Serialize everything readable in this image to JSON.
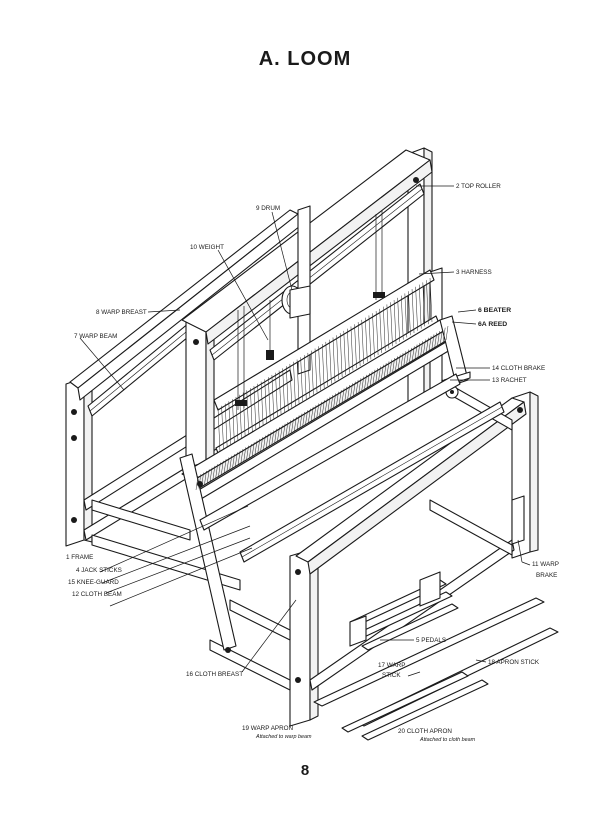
{
  "title": "A. LOOM",
  "page_number": "8",
  "labels": {
    "frame": "1 FRAME",
    "top_roller": "2 TOP ROLLER",
    "harness": "3 HARNESS",
    "jack_sticks": "4 JACK STICKS",
    "pedals": "5 PEDALS",
    "beater": "6 BEATER",
    "reed": "6A REED",
    "warp_beam": "7 WARP BEAM",
    "warp_breast": "8 WARP BREAST",
    "drum": "9 DRUM",
    "weight": "10 WEIGHT",
    "warp_brake_1": "11 WARP",
    "warp_brake_2": "BRAKE",
    "cloth_beam": "12 CLOTH BEAM",
    "rachet": "13 RACHET",
    "cloth_brake": "14 CLOTH BRAKE",
    "knee_guard": "15 KNEE-GUARD",
    "cloth_breast": "16 CLOTH BREAST",
    "warp_stick_1": "17 WARP",
    "warp_stick_2": "STICK",
    "apron_stick": "18 APRON STICK",
    "warp_apron": "19 WARP APRON",
    "warp_apron_note": "Attached to warp beam",
    "cloth_apron": "20 CLOTH APRON",
    "cloth_apron_note": "Attached to cloth beam"
  }
}
